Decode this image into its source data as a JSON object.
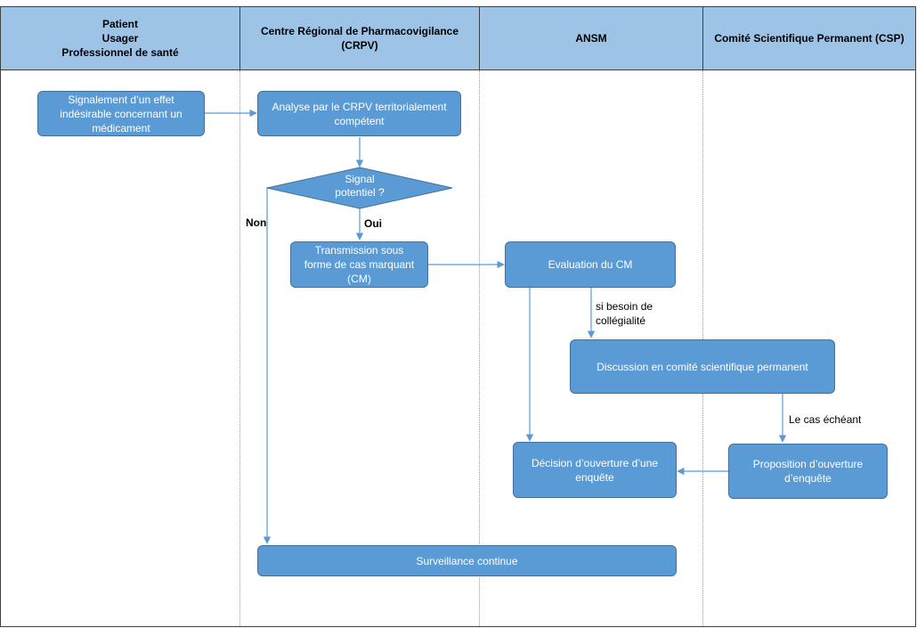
{
  "lanes": [
    {
      "title": "Patient\nUsager\nProfessionnel de santé"
    },
    {
      "title": "Centre Régional de Pharmacovigilance\n(CRPV)"
    },
    {
      "title": "ANSM"
    },
    {
      "title": "Comité Scientifique Permanent (CSP)"
    }
  ],
  "nodes": {
    "signalement": "Signalement d’un effet\nindésirable concernant un\nmédicament",
    "analyse": "Analyse par le CRPV territorialement\ncompétent",
    "signal": "Signal\npotentiel ?",
    "transmission": "Transmission sous\nforme de cas marquant\n(CM)",
    "evaluation": "Evaluation du CM",
    "discussion": "Discussion en comité scientifique permanent",
    "decision": "Décision d’ouverture d’une\nenquête",
    "proposition": "Proposition d’ouverture\nd’enquête",
    "surveillance": "Surveillance continue"
  },
  "edge_labels": {
    "non": "Non",
    "oui": "Oui",
    "besoin": "si besoin de\ncollégialité",
    "echeant": "Le cas échéant"
  },
  "colors": {
    "header": "#9dc3e6",
    "node_fill": "#5b9bd5",
    "node_border": "#41719c",
    "arrow": "#5b9bd5"
  }
}
